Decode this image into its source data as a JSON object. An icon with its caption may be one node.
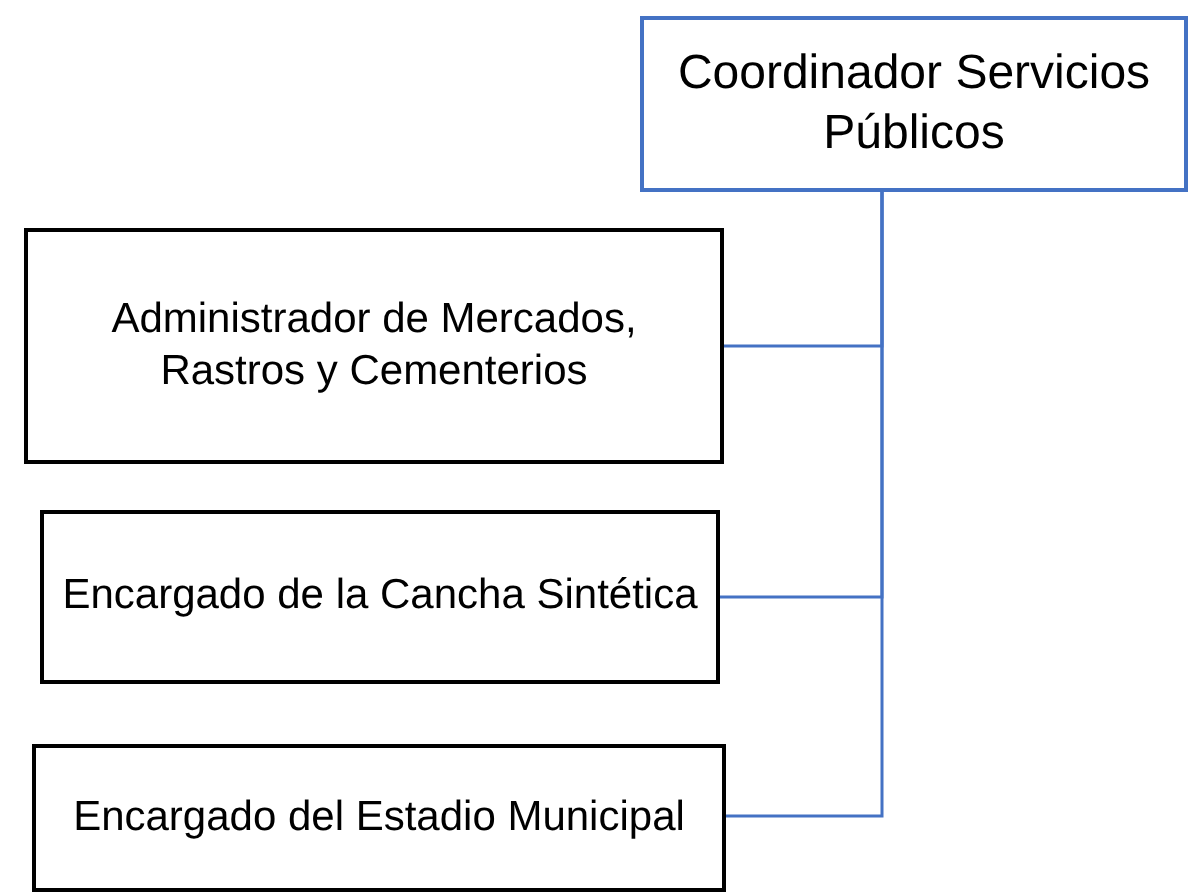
{
  "diagram": {
    "nodes": [
      {
        "text": [
          "Coordinador Servicios Públicos"
        ]
      },
      {
        "text": [
          "Administrador de Mercados, Rastros y Cementerios"
        ]
      },
      {
        "text": [
          "Encargado de la Cancha Sintética"
        ]
      },
      {
        "text": [
          "Encargado del Estadio Municipal"
        ]
      }
    ],
    "edges": [
      {
        "from": 0,
        "to": 1,
        "arrow": "none"
      },
      {
        "from": 0,
        "to": 2,
        "arrow": "none"
      },
      {
        "from": 0,
        "to": 3,
        "arrow": "none"
      }
    ]
  }
}
